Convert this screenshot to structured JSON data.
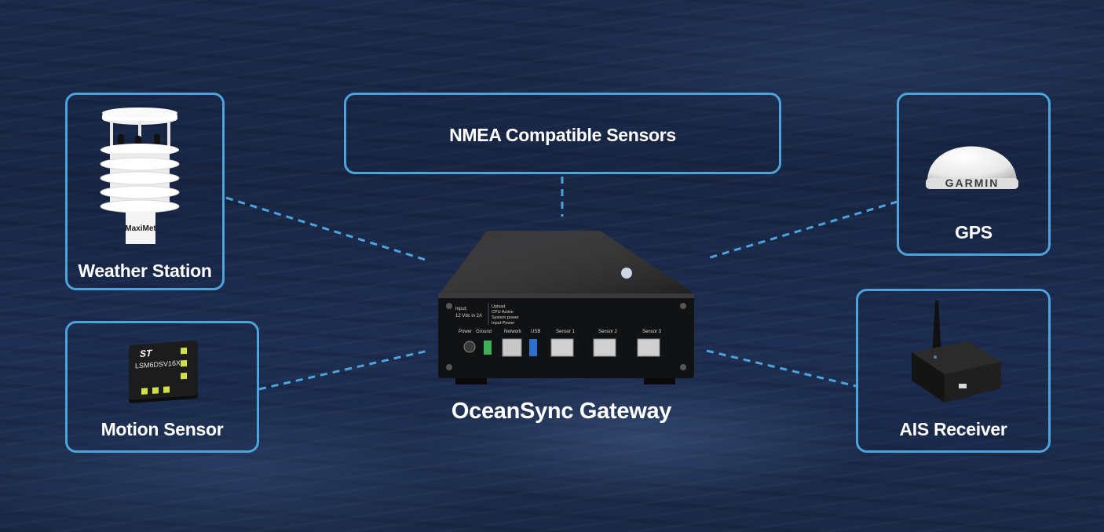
{
  "diagram": {
    "center": {
      "label": "OceanSync Gateway"
    },
    "sensors": [
      {
        "id": "weather",
        "label": "Weather Station",
        "image_text": "MaxiMet"
      },
      {
        "id": "nmea",
        "label": "NMEA Compatible Sensors"
      },
      {
        "id": "gps",
        "label": "GPS",
        "image_text": "GARMIN"
      },
      {
        "id": "motion",
        "label": "Motion Sensor",
        "image_text": "LSM6DSV16X"
      },
      {
        "id": "ais",
        "label": "AIS Receiver"
      }
    ],
    "device_panel": {
      "input_text": "Input:",
      "input_spec": "12 Vdc in 2A",
      "led_legend": [
        "Upload",
        "CPU Active",
        "System power",
        "Input Power"
      ],
      "ports": [
        "Power",
        "Ground",
        "Network",
        "USB",
        "Sensor 1",
        "Sensor 2",
        "Sensor 3"
      ]
    }
  },
  "colors": {
    "box_border": "#4ea3dd",
    "connector": "#4ea3dd",
    "text": "#ffffff",
    "ocean": "#1b2a4a"
  }
}
